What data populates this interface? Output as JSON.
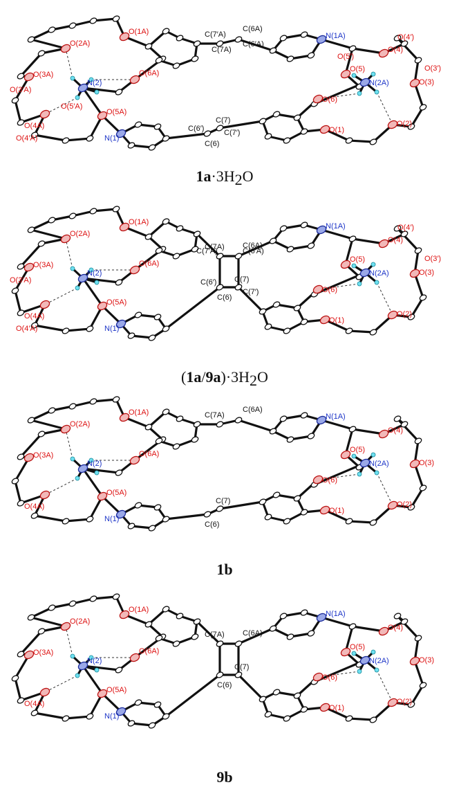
{
  "panels": [
    {
      "id": "p1",
      "cyclobutane": false,
      "caption": [
        {
          "t": "1a",
          "b": true
        },
        {
          "t": "·3H",
          "b": false
        },
        {
          "t": "2",
          "b": false,
          "sub": true
        },
        {
          "t": "O",
          "b": false
        }
      ],
      "labels": {
        "c7a": "C(7′A)",
        "c6a": "C(6A)",
        "c7a2": "C(7A)",
        "c6a2": "C(6′A)",
        "c6p": "C(6′)",
        "c7": "C(7)",
        "c6": "C(6)",
        "c7p": "C(7′)",
        "o1a": "O(1A)",
        "o2a": "O(2A)",
        "o3a": "O(3A)",
        "o3pa": "O(3′A)",
        "o4a": "O(4A)",
        "o4pa": "O(4′A)",
        "o5pa": "O(5′A)",
        "o5a": "O(5A)",
        "o6a": "O(6A)",
        "n2": "N(2)",
        "n1": "N(1)",
        "n1a": "N(1A)",
        "o4p": "O(4′)",
        "o5p": "O(5′)",
        "o4": "O(4)",
        "o5": "O(5)",
        "o3p": "O(3′)",
        "n2a": "N(2A)",
        "o6": "O(6)",
        "o3": "O(3)",
        "o2": "O(2)",
        "o1": "O(1)"
      }
    },
    {
      "id": "p2",
      "cyclobutane": true,
      "caption": [
        {
          "t": "(",
          "b": false
        },
        {
          "t": "1a",
          "b": true
        },
        {
          "t": "/",
          "b": false
        },
        {
          "t": "9a",
          "b": true
        },
        {
          "t": ")·3H",
          "b": false
        },
        {
          "t": "2",
          "b": false,
          "sub": true
        },
        {
          "t": "O",
          "b": false
        }
      ],
      "labels": {
        "c7a": "C(7A)",
        "c6a": "C(6A)",
        "c7pa": "C(7′A)",
        "c6pa": "C(6′A)",
        "c6p": "C(6′)",
        "c7p": "C(7′)",
        "c7": "C(7)",
        "c6": "C(6)",
        "o1a": "O(1A)",
        "o2a": "O(2A)",
        "o3pa": "O(3′A)",
        "o3a": "O(3A)",
        "o4pa": "O(4′A)",
        "o4a": "O(4A)",
        "o5a": "O(5A)",
        "o6a": "O(6A)",
        "n2": "N(2)",
        "n1": "N(1)",
        "n1a": "N(1A)",
        "o4": "O(4)",
        "o5": "O(5)",
        "o4p": "O(4′)",
        "o3": "O(3)",
        "o3p": "O(3′)",
        "n2a": "N(2A)",
        "o6": "O(6)",
        "o1": "O(1)",
        "o2": "O(2)"
      }
    },
    {
      "id": "p3",
      "cyclobutane": false,
      "caption": [
        {
          "t": "1b",
          "b": true
        }
      ],
      "labels": {
        "c7a": "C(7A)",
        "c6a": "C(6A)",
        "c6": "C(6)",
        "c7": "C(7)",
        "o1a": "O(1A)",
        "o2a": "O(2A)",
        "o3a": "O(3A)",
        "o4a": "O(4A)",
        "o5a": "O(5A)",
        "o6a": "O(6A)",
        "n2": "N(2)",
        "n1": "N(1)",
        "n1a": "N(1A)",
        "o5": "O(5)",
        "o4": "O(4)",
        "o3": "O(3)",
        "n2a": "N(2A)",
        "o6": "O(6)",
        "o1": "O(1)",
        "o2": "O(2)"
      }
    },
    {
      "id": "p4",
      "cyclobutane": true,
      "caption": [
        {
          "t": "9b",
          "b": true
        }
      ],
      "labels": {
        "c7a": "C(7A)",
        "c6a": "C(6A)",
        "c6": "C(6)",
        "c7": "C(7)",
        "o1a": "O(1A)",
        "o2a": "O(2A)",
        "o3a": "O(3A)",
        "o4a": "O(4A)",
        "o5a": "O(5A)",
        "o6a": "O(6A)",
        "n2": "N(2)",
        "n1": "N(1)",
        "n1a": "N(1A)",
        "o5": "O(5)",
        "o4": "O(4)",
        "o3": "O(3)",
        "n2a": "N(2A)",
        "o6": "O(6)",
        "o1": "O(1)",
        "o2": "O(2)"
      }
    }
  ]
}
